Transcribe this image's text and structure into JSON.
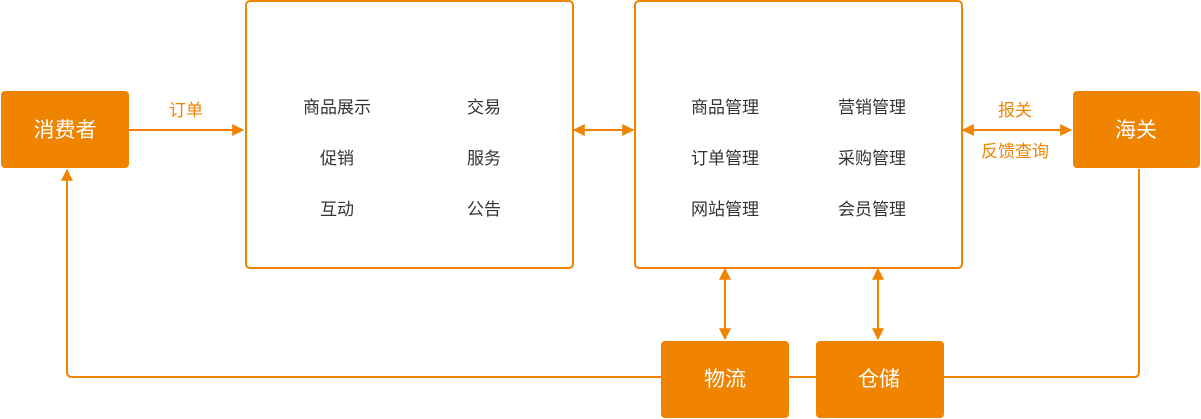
{
  "colors": {
    "accent": "#F08300",
    "text": "#333333",
    "background": "#ffffff"
  },
  "nodes": {
    "consumer": "消费者",
    "customs": "海关",
    "logistics": "物流",
    "warehouse": "仓储"
  },
  "storefront": {
    "items": [
      "商品展示",
      "交易",
      "促销",
      "服务",
      "互动",
      "公告"
    ]
  },
  "backend": {
    "items": [
      "商品管理",
      "营销管理",
      "订单管理",
      "采购管理",
      "网站管理",
      "会员管理"
    ]
  },
  "edges": {
    "order": "订单",
    "declaration": "报关",
    "feedback": "反馈查询"
  }
}
